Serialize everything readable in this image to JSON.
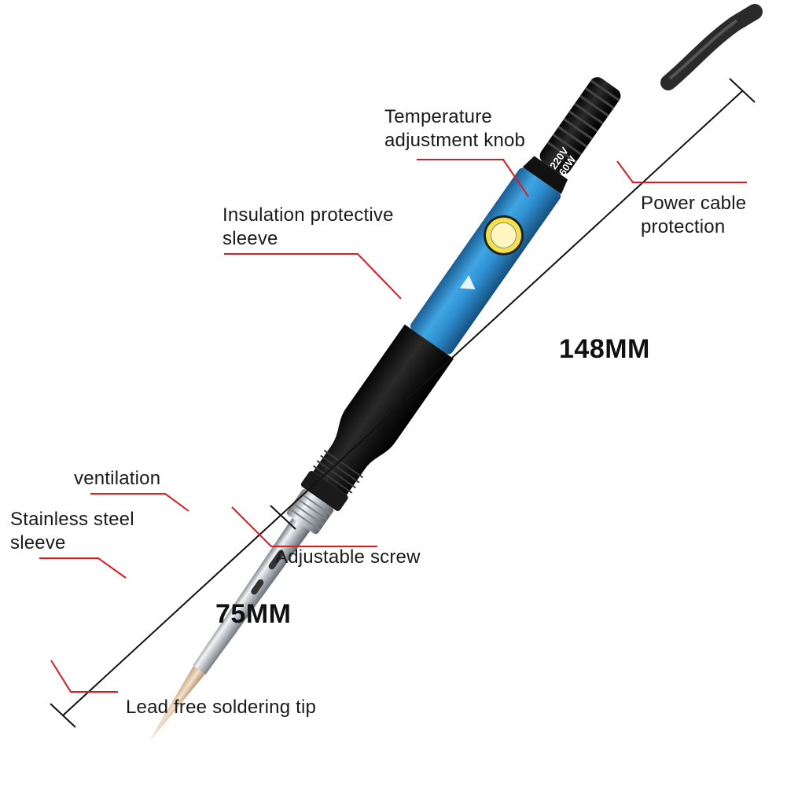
{
  "labels": {
    "temperature_knob": [
      "Temperature",
      "adjustment knob"
    ],
    "power_cable": [
      "Power cable",
      "protection"
    ],
    "insulation": [
      "Insulation protective",
      "sleeve"
    ],
    "ventilation": [
      "ventilation"
    ],
    "stainless": [
      "Stainless steel",
      "sleeve"
    ],
    "screw": [
      "Adjustable screw"
    ],
    "tip": [
      "Lead free soldering tip"
    ]
  },
  "dimensions": {
    "total": "148MM",
    "tip": "75MM"
  },
  "knob": {
    "voltage": "220V",
    "power": "60W"
  },
  "colors": {
    "leader": "#e0191e",
    "barrel": "#2f8fd0",
    "grip": "#111111",
    "steel": "#c8cdd2",
    "dimension_line": "#111111"
  }
}
